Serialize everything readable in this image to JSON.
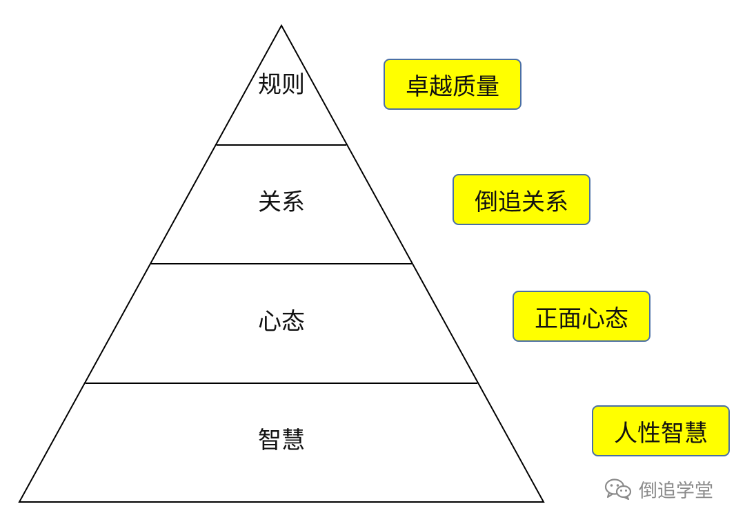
{
  "pyramid": {
    "tiers": [
      "规则",
      "关系",
      "心态",
      "智慧"
    ]
  },
  "callouts": [
    "卓越质量",
    "倒追关系",
    "正面心态",
    "人性智慧"
  ],
  "watermark": {
    "icon": "wechat-icon",
    "text": "倒追学堂"
  },
  "colors": {
    "callout_fill": "#ffff00",
    "callout_border": "#4a6fa5",
    "line": "#000000",
    "watermark": "#8a8a8a"
  }
}
